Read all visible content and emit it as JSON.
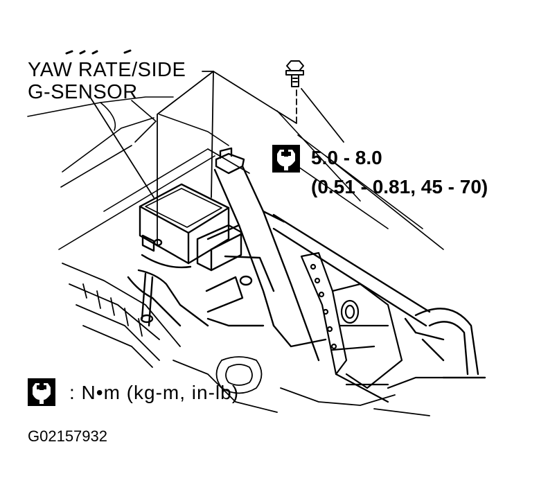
{
  "callout": {
    "line1": "YAW RATE/SIDE",
    "line2": "G-SENSOR"
  },
  "torque_spec": {
    "icon": "torque-wrench-icon",
    "line1": "5.0 - 8.0",
    "line2": "(0.51 - 0.81, 45 - 70)"
  },
  "legend": {
    "icon": "torque-wrench-icon",
    "text": ": N•m  (kg-m,  in-lb)"
  },
  "figure_code": "G02157932"
}
